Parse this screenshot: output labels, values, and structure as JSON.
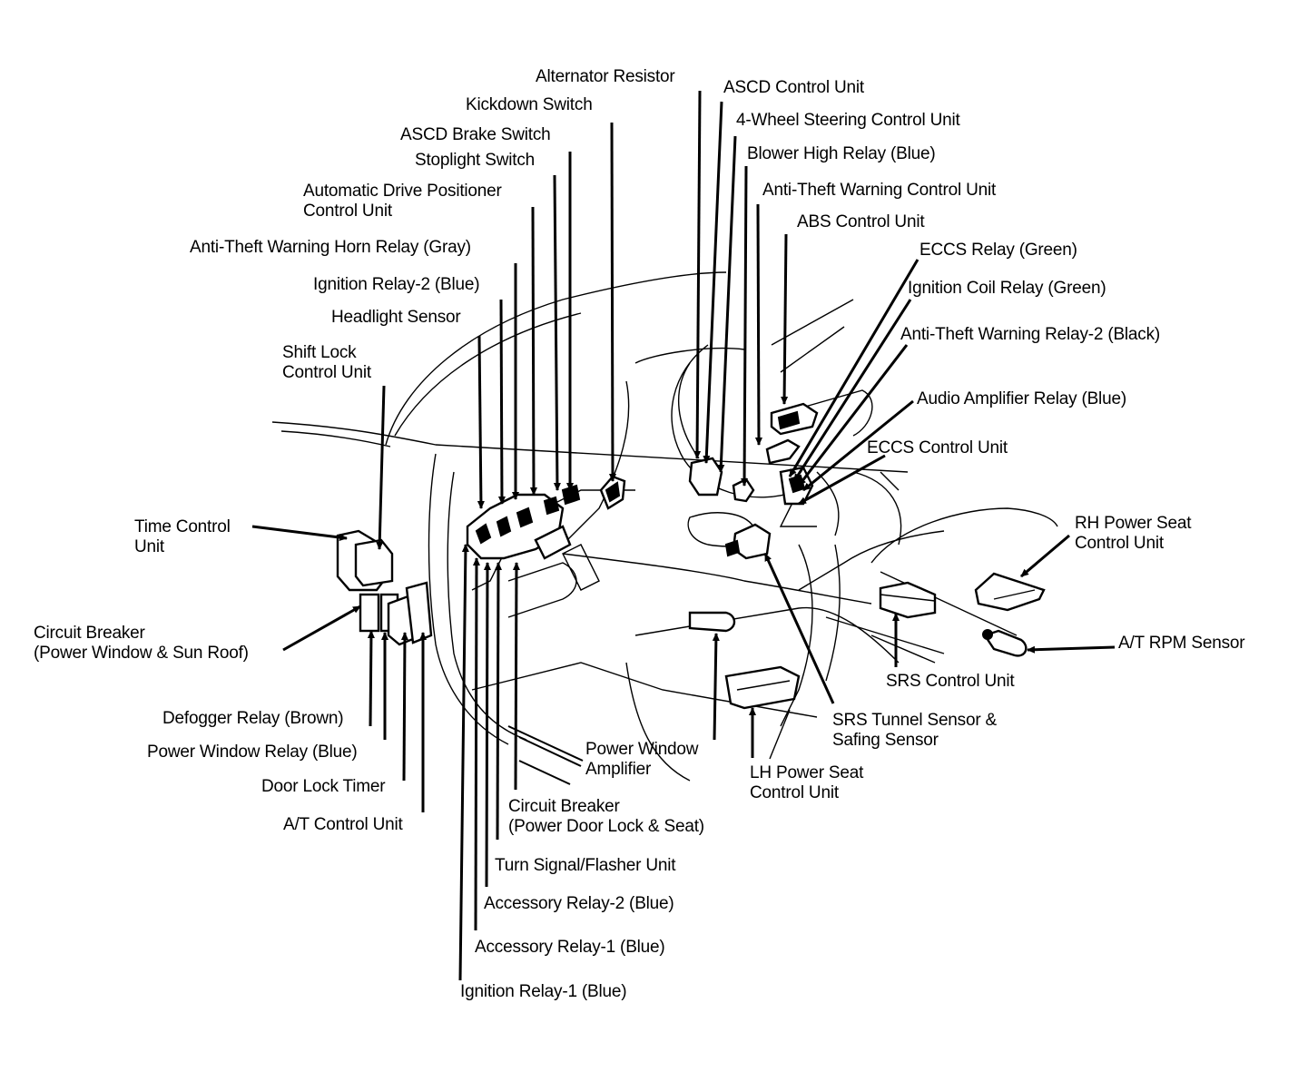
{
  "diagram": {
    "title": "",
    "ink_color": "#000000",
    "background_color": "#ffffff",
    "labels": {
      "alternator_resistor": "Alternator Resistor",
      "kickdown_switch": "Kickdown Switch",
      "ascd_brake_switch": "ASCD Brake Switch",
      "stoplight_switch": "Stoplight Switch",
      "automatic_drive_positioner_1": "Automatic Drive Positioner",
      "automatic_drive_positioner_2": "Control Unit",
      "anti_theft_horn_relay": "Anti-Theft Warning Horn Relay (Gray)",
      "ignition_relay_2": "Ignition Relay-2 (Blue)",
      "headlight_sensor": "Headlight Sensor",
      "shift_lock_1": "Shift Lock",
      "shift_lock_2": "Control Unit",
      "time_control_1": "Time Control",
      "time_control_2": "Unit",
      "circuit_breaker_pw_1": "Circuit Breaker",
      "circuit_breaker_pw_2": "(Power Window & Sun Roof)",
      "defogger_relay": "Defogger Relay (Brown)",
      "power_window_relay": "Power Window Relay (Blue)",
      "door_lock_timer": "Door Lock Timer",
      "at_control_unit": "A/T Control Unit",
      "power_window_amp_1": "Power Window",
      "power_window_amp_2": "Amplifier",
      "circuit_breaker_dl_1": "Circuit Breaker",
      "circuit_breaker_dl_2": "(Power Door Lock & Seat)",
      "turn_signal": "Turn Signal/Flasher Unit",
      "accessory_relay_2": "Accessory Relay-2 (Blue)",
      "accessory_relay_1": "Accessory Relay-1 (Blue)",
      "ignition_relay_1": "Ignition Relay-1 (Blue)",
      "ascd_control_unit": "ASCD Control Unit",
      "four_wheel_steering": "4-Wheel Steering Control Unit",
      "blower_high_relay": "Blower High Relay (Blue)",
      "anti_theft_control_unit": "Anti-Theft Warning Control Unit",
      "abs_control_unit": "ABS Control Unit",
      "eccs_relay": "ECCS Relay (Green)",
      "ignition_coil_relay": "Ignition Coil Relay (Green)",
      "anti_theft_relay_2": "Anti-Theft Warning Relay-2 (Black)",
      "audio_amp_relay": "Audio Amplifier Relay (Blue)",
      "eccs_control_unit": "ECCS Control Unit",
      "rh_power_seat_1": "RH Power Seat",
      "rh_power_seat_2": "Control Unit",
      "at_rpm_sensor": "A/T RPM Sensor",
      "srs_control_unit": "SRS Control Unit",
      "srs_tunnel_1": "SRS Tunnel Sensor &",
      "srs_tunnel_2": "Safing Sensor",
      "lh_power_seat_1": "LH Power Seat",
      "lh_power_seat_2": "Control Unit"
    }
  }
}
